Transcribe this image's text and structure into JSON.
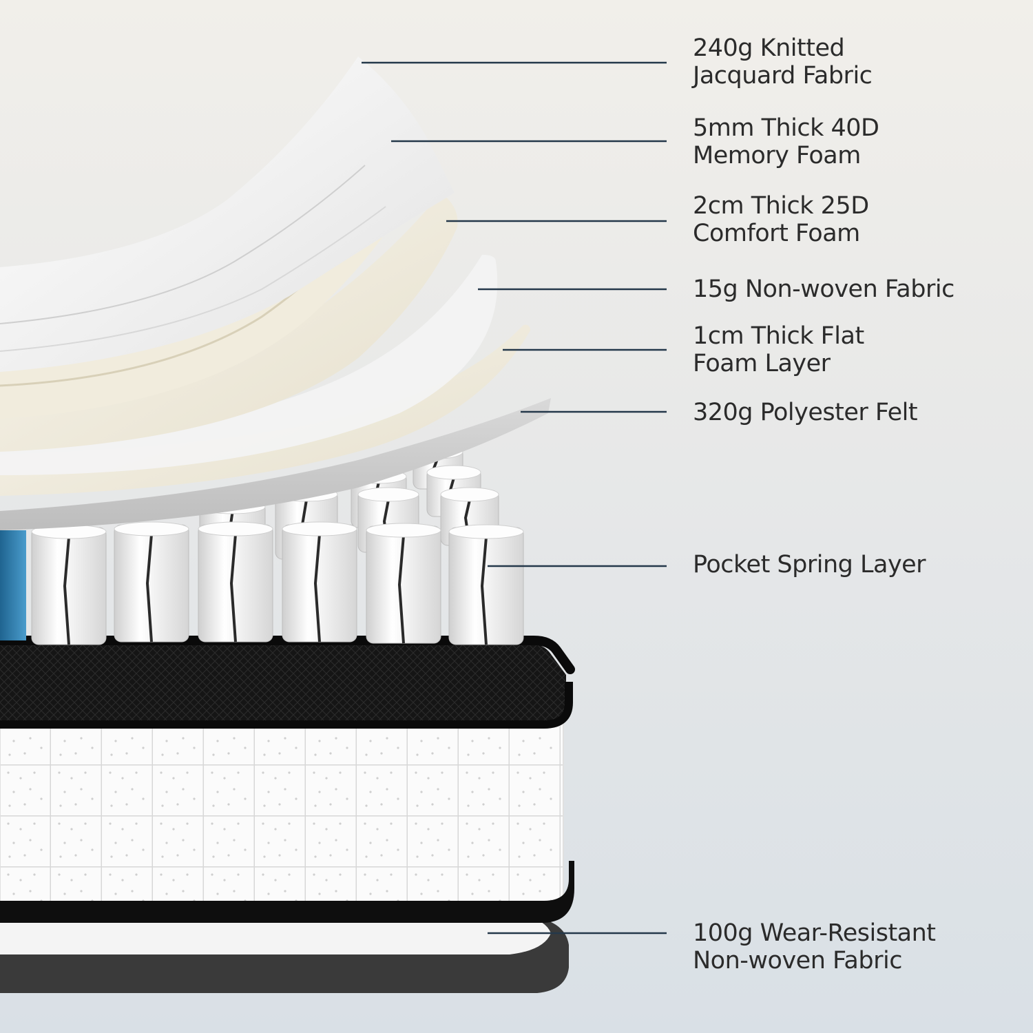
{
  "colors": {
    "leader_line": "#24384a",
    "label_text": "#2b2b2b",
    "foam_cream": "#efeadb",
    "felt_grey": "#d6d6d6",
    "band_black": "#111111",
    "spring_white": "#f7f7f7",
    "accent_blue": "#2f7fb0"
  },
  "layers": [
    {
      "id": "jacquard",
      "lines": [
        "240g Knitted",
        "Jacquard Fabric"
      ]
    },
    {
      "id": "memory-foam",
      "lines": [
        "5mm Thick 40D",
        "Memory Foam"
      ]
    },
    {
      "id": "comfort-foam",
      "lines": [
        "2cm Thick 25D",
        "Comfort Foam"
      ]
    },
    {
      "id": "nonwoven",
      "lines": [
        "15g Non-woven Fabric"
      ]
    },
    {
      "id": "flat-foam",
      "lines": [
        "1cm Thick Flat",
        "Foam Layer"
      ]
    },
    {
      "id": "felt",
      "lines": [
        "320g Polyester Felt"
      ]
    },
    {
      "id": "pocket-spring",
      "lines": [
        "Pocket Spring Layer"
      ]
    },
    {
      "id": "wear-resistant",
      "lines": [
        "100g Wear-Resistant",
        "Non-woven Fabric"
      ]
    }
  ]
}
